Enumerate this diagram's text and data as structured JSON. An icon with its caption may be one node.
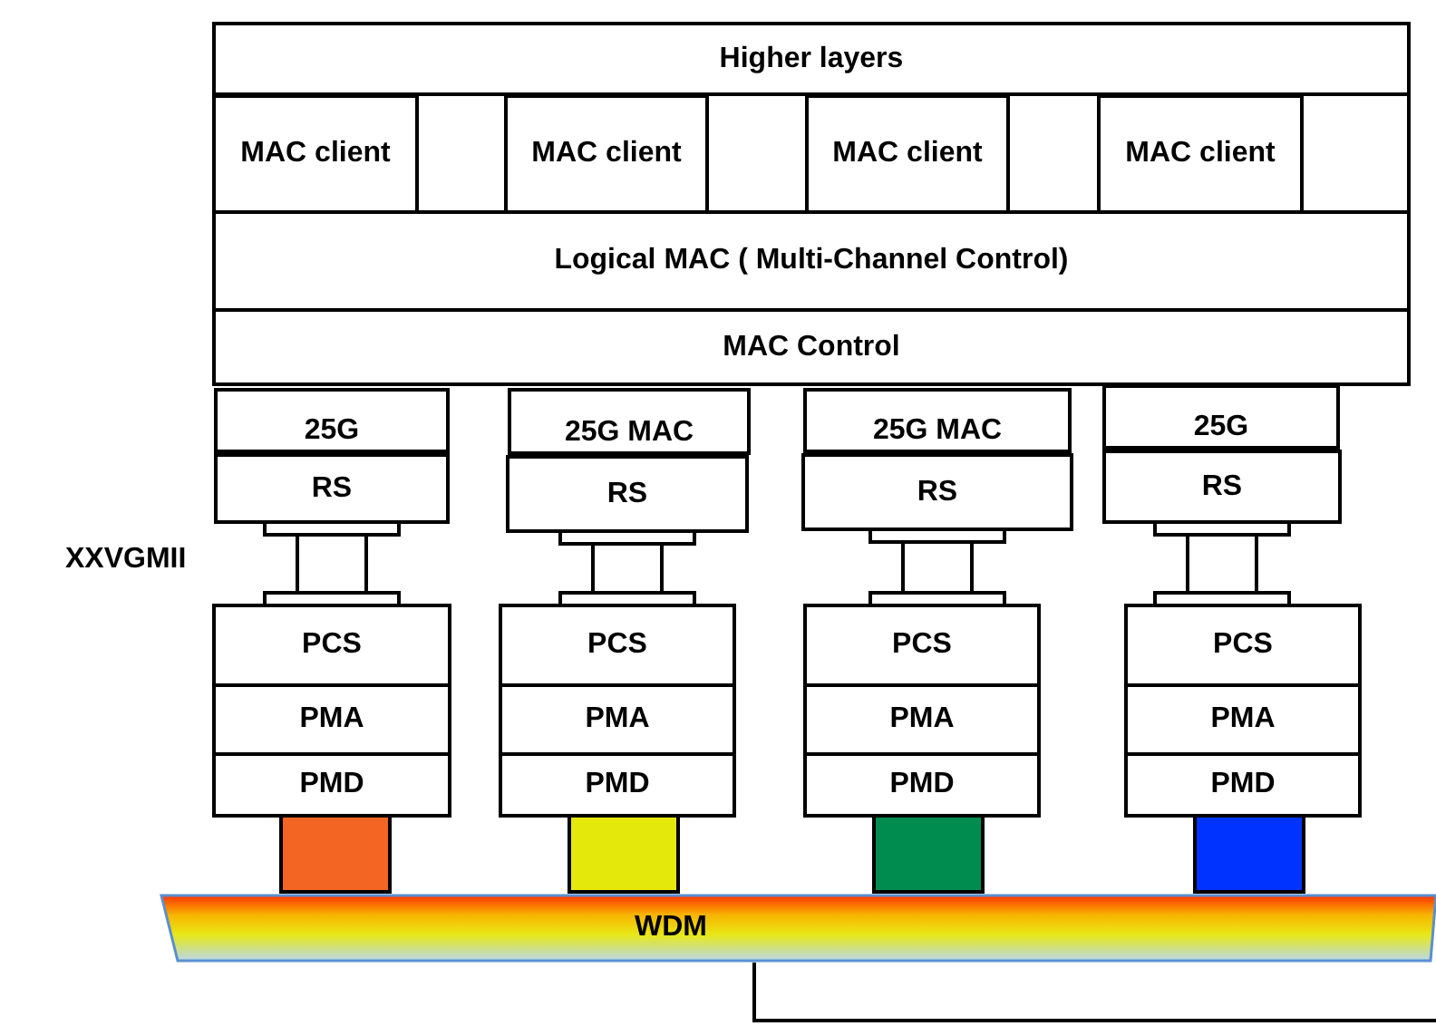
{
  "diagram": {
    "nodes": [
      {
        "text": [
          "Higher layers"
        ]
      },
      {
        "text": [
          "MAC client"
        ]
      },
      {
        "text": [
          "MAC client"
        ]
      },
      {
        "text": [
          "MAC client"
        ]
      },
      {
        "text": [
          "MAC client"
        ]
      },
      {
        "text": [
          "Logical MAC ( Multi-Channel Control)"
        ]
      },
      {
        "text": [
          "MAC Control"
        ]
      },
      {
        "text": [
          "25G"
        ]
      },
      {
        "text": [
          "25G MAC"
        ]
      },
      {
        "text": [
          "25G MAC"
        ]
      },
      {
        "text": [
          "25G"
        ]
      },
      {
        "text": [
          "RS"
        ]
      },
      {
        "text": [
          "RS"
        ]
      },
      {
        "text": [
          "RS"
        ]
      },
      {
        "text": [
          "RS"
        ]
      },
      {
        "text": [
          "PCS"
        ]
      },
      {
        "text": [
          "PCS"
        ]
      },
      {
        "text": [
          "PCS"
        ]
      },
      {
        "text": [
          "PCS"
        ]
      },
      {
        "text": [
          "PMA"
        ]
      },
      {
        "text": [
          "PMA"
        ]
      },
      {
        "text": [
          "PMA"
        ]
      },
      {
        "text": [
          "PMA"
        ]
      },
      {
        "text": [
          "PMD"
        ]
      },
      {
        "text": [
          "PMD"
        ]
      },
      {
        "text": [
          "PMD"
        ]
      },
      {
        "text": [
          "PMD"
        ]
      },
      {
        "text": [],
        "shape": "box"
      },
      {
        "text": [],
        "shape": "box"
      },
      {
        "text": [],
        "shape": "box"
      },
      {
        "text": [],
        "shape": "box"
      },
      {
        "text": [
          "WDM"
        ]
      }
    ],
    "edges": [
      {
        "from": 11,
        "to": 15,
        "arrow": "none"
      },
      {
        "from": 12,
        "to": 16,
        "arrow": "none"
      },
      {
        "from": 13,
        "to": 17,
        "arrow": "none"
      },
      {
        "from": 14,
        "to": 18,
        "arrow": "none"
      },
      {
        "from": 31,
        "to": null,
        "arrow": "none"
      }
    ],
    "labels": [
      "XXVGMII"
    ]
  }
}
